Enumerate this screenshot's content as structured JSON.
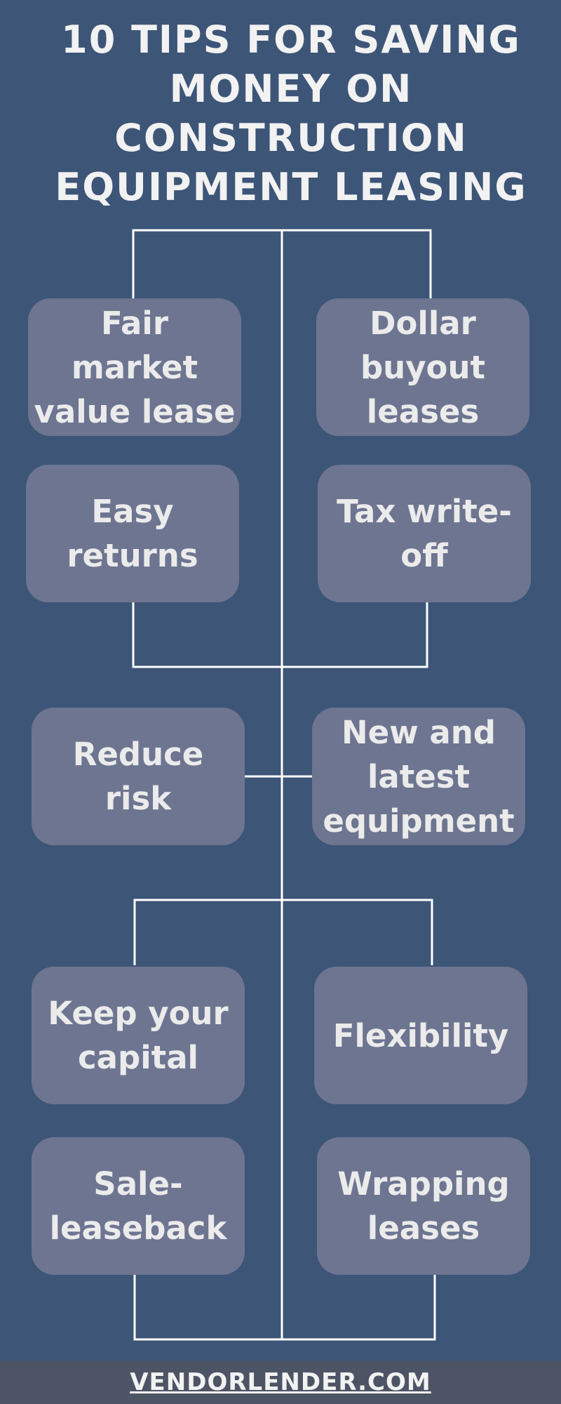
{
  "title_lines": [
    "10 TIPS FOR SAVING",
    "MONEY ON",
    "CONSTRUCTION",
    "EQUIPMENT LEASING"
  ],
  "tips": {
    "fair_market": [
      "Fair market",
      "value lease"
    ],
    "dollar_buyout": [
      "Dollar",
      "buyout",
      "leases"
    ],
    "easy_returns": [
      "Easy",
      "returns"
    ],
    "tax_writeoff": [
      "Tax write-",
      "off"
    ],
    "reduce_risk": [
      "Reduce",
      "risk"
    ],
    "new_equipment": [
      "New and",
      "latest",
      "equipment"
    ],
    "keep_capital": [
      "Keep your",
      "capital"
    ],
    "flexibility": [
      "Flexibility"
    ],
    "sale_leaseback": [
      "Sale-",
      "leaseback"
    ],
    "wrapping_leases": [
      "Wrapping",
      "leases"
    ]
  },
  "footer_link": "VENDORLENDER.COM",
  "colors": {
    "background": "#3d5577",
    "box": "#6d7591",
    "text": "#ebebeb",
    "line": "#ffffff",
    "footer": "#4d5465"
  }
}
